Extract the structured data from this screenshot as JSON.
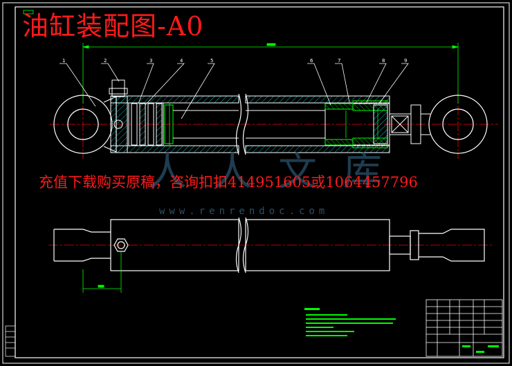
{
  "drawing": {
    "title": "油缸装配图-A0",
    "notice": "充值下载购买原稿，咨询扣扣414951605或1064457796",
    "watermark_url": "www.renrendoc.com",
    "watermark_glyphs": "人人文库"
  },
  "colors": {
    "background": "#000000",
    "linework": "#ffffff",
    "dimension": "#00ff00",
    "leader": "#ffffff",
    "hatch": "#00c0c0",
    "centerline": "#ff0000",
    "title_text": "#ff1a1a",
    "watermark": "#2a5a7a"
  },
  "balloons": [
    "1",
    "2",
    "3",
    "4",
    "5",
    "6",
    "7",
    "8",
    "9"
  ]
}
